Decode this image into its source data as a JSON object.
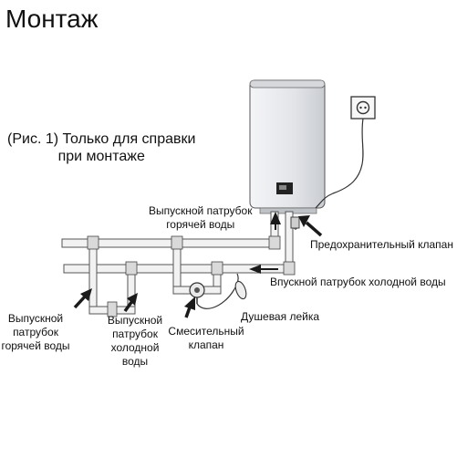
{
  "title": "Монтаж",
  "caption": {
    "line1": "(Рис. 1) Только для справки",
    "line2": "при монтаже"
  },
  "labels": {
    "hot_outlet_top_1": "Выпускной патрубок",
    "hot_outlet_top_2": "горячей воды",
    "safety_valve": "Предохранительный клапан",
    "cold_inlet": "Впускной патрубок холодной воды",
    "shower_head": "Душевая лейка",
    "hot_outlet_left_1": "Выпускной",
    "hot_outlet_left_2": "патрубок",
    "hot_outlet_left_3": "горячей воды",
    "cold_outlet_1": "Выпускной",
    "cold_outlet_2": "патрубок",
    "cold_outlet_3": "холодной",
    "cold_outlet_4": "воды",
    "mixing_valve_1": "Смесительный",
    "mixing_valve_2": "клапан"
  },
  "colors": {
    "heater_body": "#e4e6e9",
    "pipe_fill": "#f2f2f2",
    "stroke": "#444444",
    "arrow": "#1a1a1a"
  },
  "icons": [
    "water-heater-icon",
    "power-socket-icon",
    "arrow-icon",
    "shower-head-icon",
    "mixing-valve-icon"
  ]
}
